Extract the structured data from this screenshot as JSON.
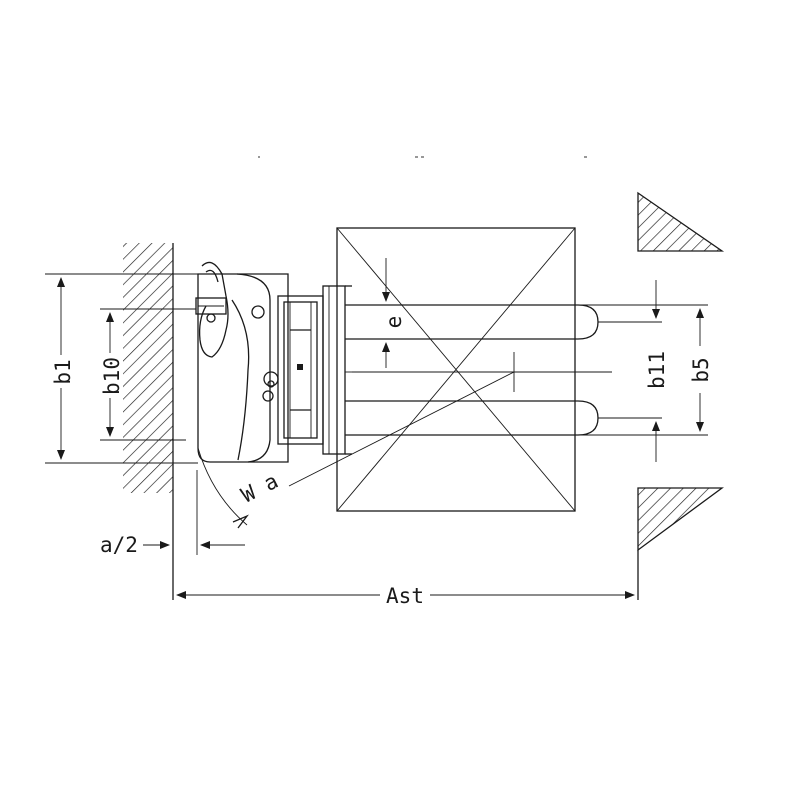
{
  "diagram": {
    "labels": {
      "b1": "b1",
      "b10": "b10",
      "e": "e",
      "b11": "b11",
      "b5": "b5",
      "wa": "W a",
      "a2": "a/2",
      "ast": "Ast"
    },
    "colors": {
      "line": "#1a1a1a",
      "background": "#ffffff"
    }
  }
}
